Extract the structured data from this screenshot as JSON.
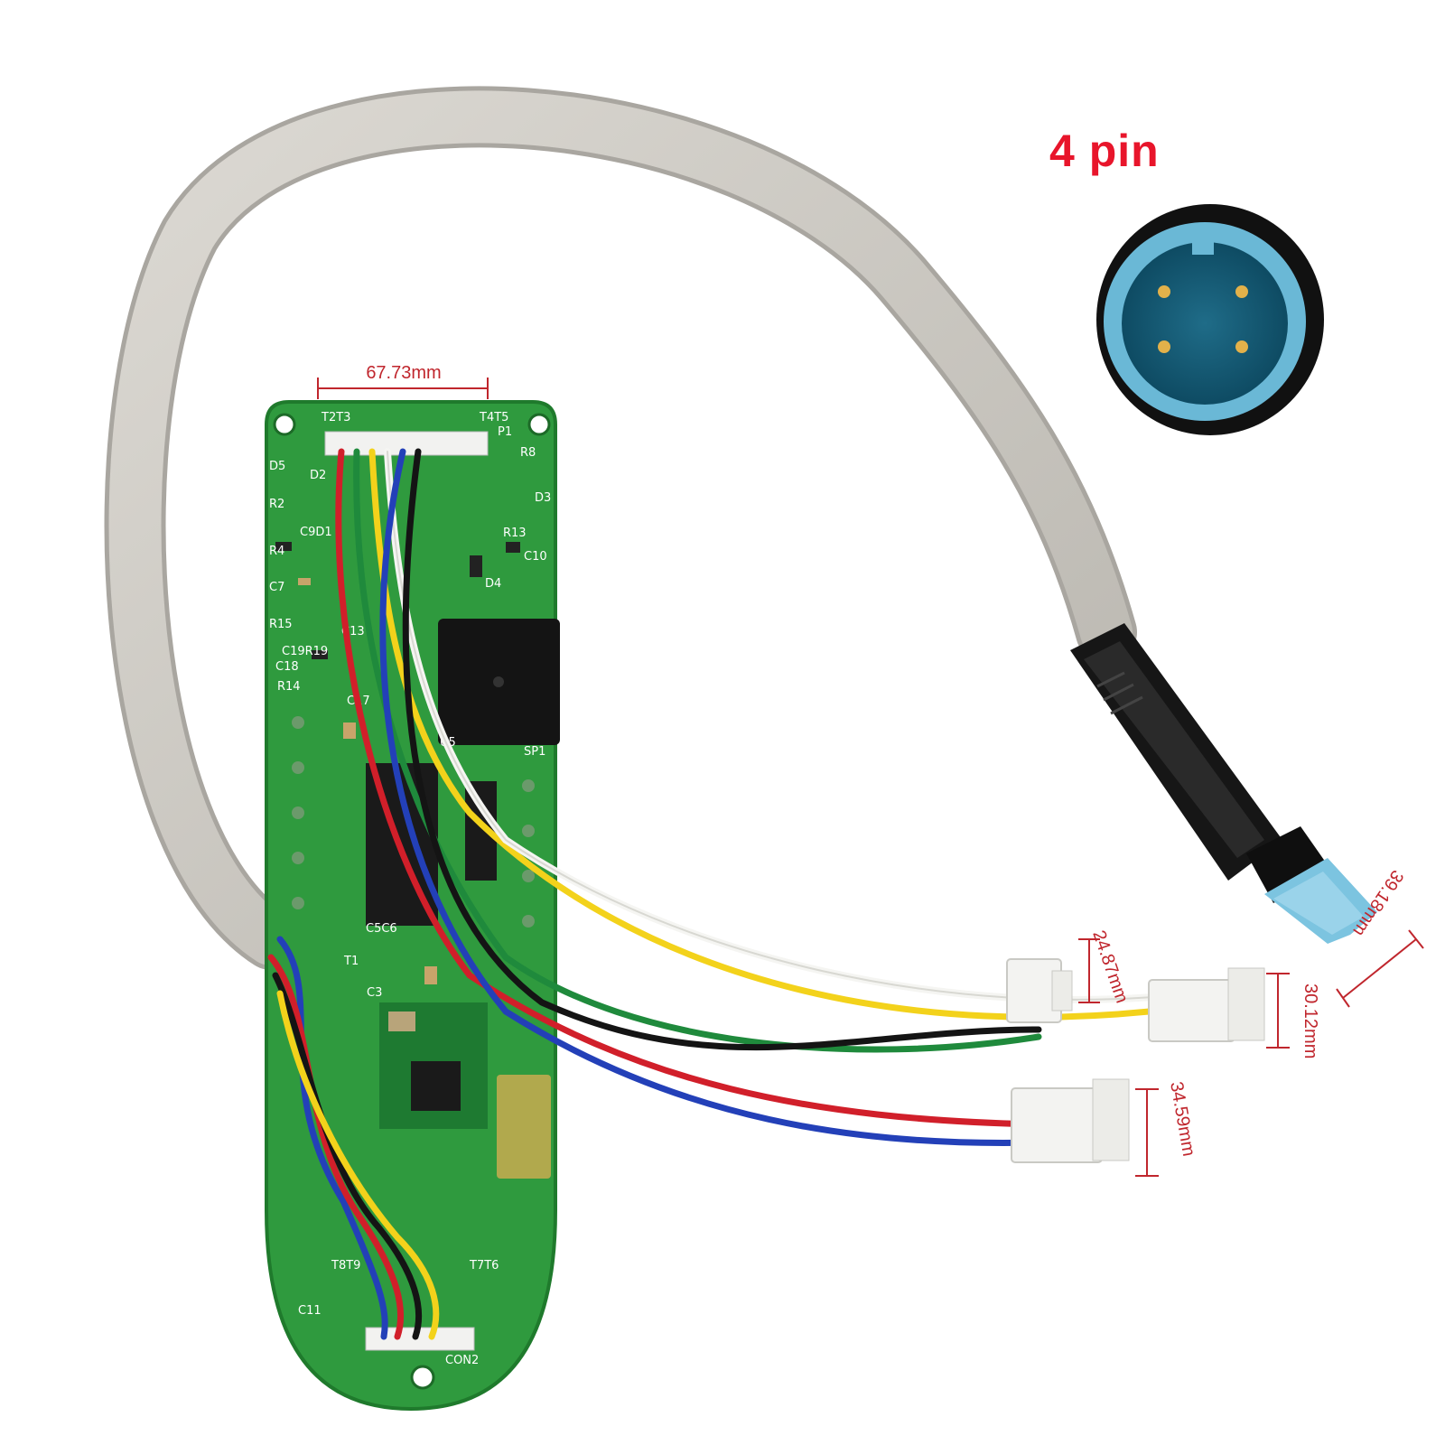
{
  "title": "4 pin",
  "dimensions": {
    "board_width": "67.73mm",
    "plug_length": "39.18mm",
    "connector_small": "24.87mm",
    "connector_medium": "30.12mm",
    "connector_large": "34.59mm"
  },
  "board_labels": {
    "top_left": "T2T3",
    "top_right": "T4T5",
    "p1": "P1",
    "d5": "D5",
    "d2": "D2",
    "r2": "R2",
    "c9d1": "C9D1",
    "r4": "R4",
    "c7": "C7",
    "r15": "R15",
    "c13": "C13",
    "c19r19": "C19R19",
    "c18": "C18",
    "r14": "R14",
    "c17": "C17",
    "c10": "C10",
    "d4": "D4",
    "r13": "R13",
    "r8": "R8",
    "d3": "D3",
    "u5": "U5",
    "sp1": "SP1",
    "c5c6": "C5C6",
    "t1": "T1",
    "c3": "C3",
    "t8t9": "T8T9",
    "t7t6": "T7T6",
    "c11": "C11",
    "con2": "CON2"
  },
  "colors": {
    "title_red": "#e8152b",
    "dimension_red": "#c0262d",
    "board_green": "#2f9a3e",
    "cable_grey": "#cfccc6",
    "connector_blue": "#7cc4e0"
  }
}
